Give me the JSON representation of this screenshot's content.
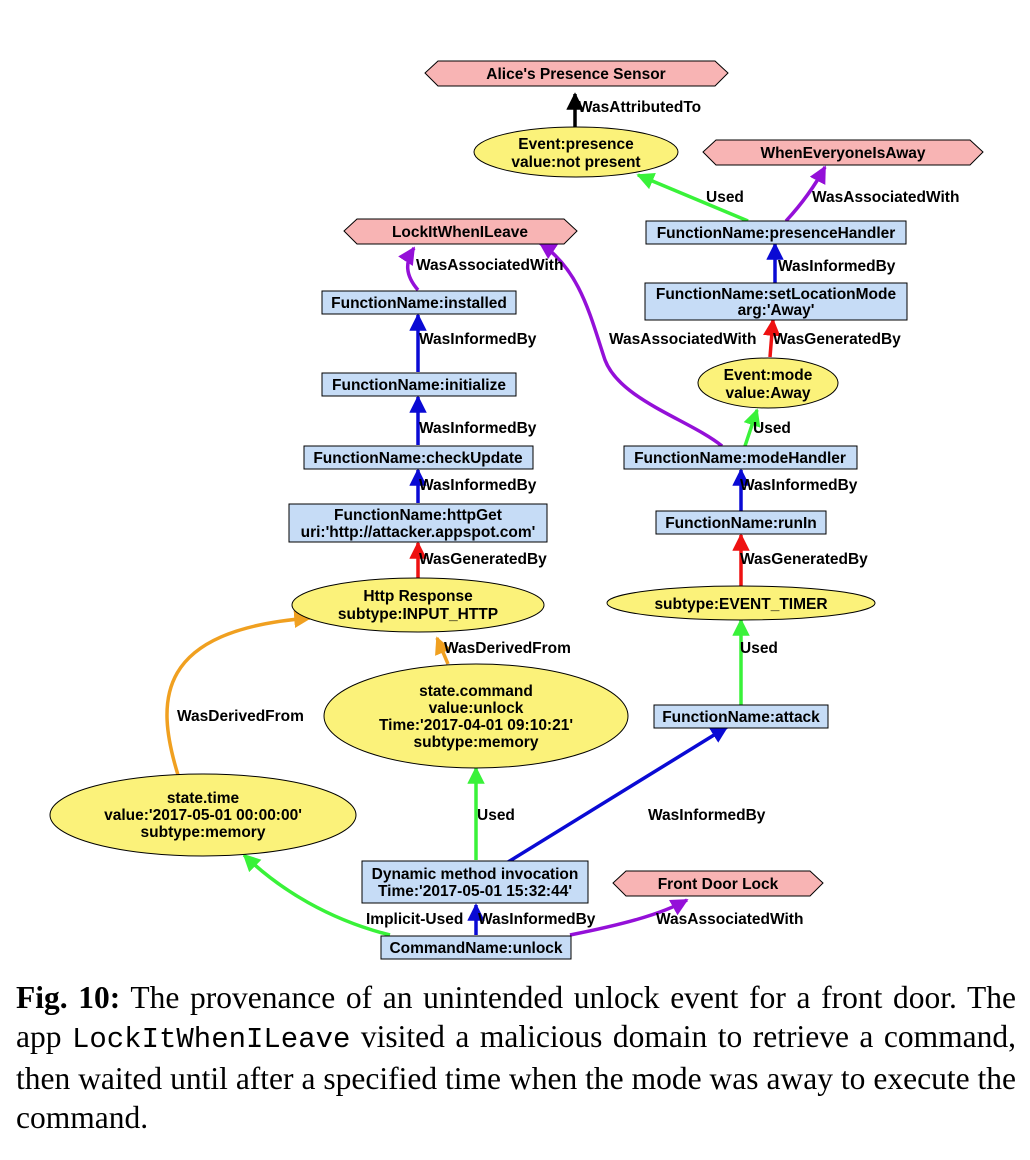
{
  "colors": {
    "agent_fill": "#f8b4b4",
    "activity_fill": "#c6dcf6",
    "entity_fill": "#fbf27a",
    "used": "#39f239",
    "was_informed_by": "#0a0ad4",
    "was_generated_by": "#ee1111",
    "was_associated_with": "#9410d8",
    "was_attributed_to": "#000000",
    "was_derived_from": "#f0a020"
  },
  "nodes": {
    "alice_sensor": {
      "lines": [
        "Alice's Presence Sensor"
      ]
    },
    "event_presence": {
      "lines": [
        "Event:presence",
        "value:not present"
      ]
    },
    "when_everyone_away": {
      "lines": [
        "WhenEveryoneIsAway"
      ]
    },
    "presence_handler": {
      "lines": [
        "FunctionName:presenceHandler"
      ]
    },
    "set_location_mode": {
      "lines": [
        "FunctionName:setLocationMode",
        "arg:'Away'"
      ]
    },
    "event_mode": {
      "lines": [
        "Event:mode",
        "value:Away"
      ]
    },
    "mode_handler": {
      "lines": [
        "FunctionName:modeHandler"
      ]
    },
    "run_in": {
      "lines": [
        "FunctionName:runIn"
      ]
    },
    "event_timer": {
      "lines": [
        "subtype:EVENT_TIMER"
      ]
    },
    "attack": {
      "lines": [
        "FunctionName:attack"
      ]
    },
    "lock_it_when_i_leave": {
      "lines": [
        "LockItWhenILeave"
      ]
    },
    "installed": {
      "lines": [
        "FunctionName:installed"
      ]
    },
    "initialize": {
      "lines": [
        "FunctionName:initialize"
      ]
    },
    "check_update": {
      "lines": [
        "FunctionName:checkUpdate"
      ]
    },
    "http_get": {
      "lines": [
        "FunctionName:httpGet",
        "uri:'http://attacker.appspot.com'"
      ]
    },
    "http_response": {
      "lines": [
        "Http Response",
        "subtype:INPUT_HTTP"
      ]
    },
    "state_command": {
      "lines": [
        "state.command",
        "value:unlock",
        "Time:'2017-04-01 09:10:21'",
        "subtype:memory"
      ]
    },
    "state_time": {
      "lines": [
        "state.time",
        "value:'2017-05-01 00:00:00'",
        "subtype:memory"
      ]
    },
    "dynamic_invocation": {
      "lines": [
        "Dynamic method invocation",
        "Time:'2017-05-01 15:32:44'"
      ]
    },
    "front_door_lock": {
      "lines": [
        "Front Door Lock"
      ]
    },
    "command_unlock": {
      "lines": [
        "CommandName:unlock"
      ]
    }
  },
  "edges": {
    "presence_attributed": "WasAttributedTo",
    "handler_used_presence": "Used",
    "handler_associated_everyone": "WasAssociatedWith",
    "handler_informed_by_setmode": "WasInformedBy",
    "setmode_assoc_label": "WasAssociatedWith",
    "mode_generated_by": "WasGeneratedBy",
    "modehandler_used_mode": "Used",
    "modehandler_informed_by_runin": "WasInformedBy",
    "timer_generated_by": "WasGeneratedBy",
    "attack_used_timer": "Used",
    "installed_associated": "WasAssociatedWith",
    "installed_informed_by": "WasInformedBy",
    "initialize_informed_by": "WasInformedBy",
    "checkupdate_informed_by": "WasInformedBy",
    "response_generated_by": "WasGeneratedBy",
    "command_derived_from": "WasDerivedFrom",
    "time_derived_from": "WasDerivedFrom",
    "invocation_used_command": "Used",
    "invocation_informed_attack": "WasInformedBy",
    "unlock_implicit_used": "Implicit-Used",
    "unlock_informed_by": "WasInformedBy",
    "unlock_associated_lock": "WasAssociatedWith"
  },
  "caption": {
    "fig_label": "Fig. 10:",
    "text_before_app": " The provenance of an unintended unlock event for a front door. The app ",
    "app_name": "LockItWhenILeave",
    "text_after_app": " visited a malicious domain to retrieve a command, then waited until after a specified time when the mode was away to execute the command."
  }
}
